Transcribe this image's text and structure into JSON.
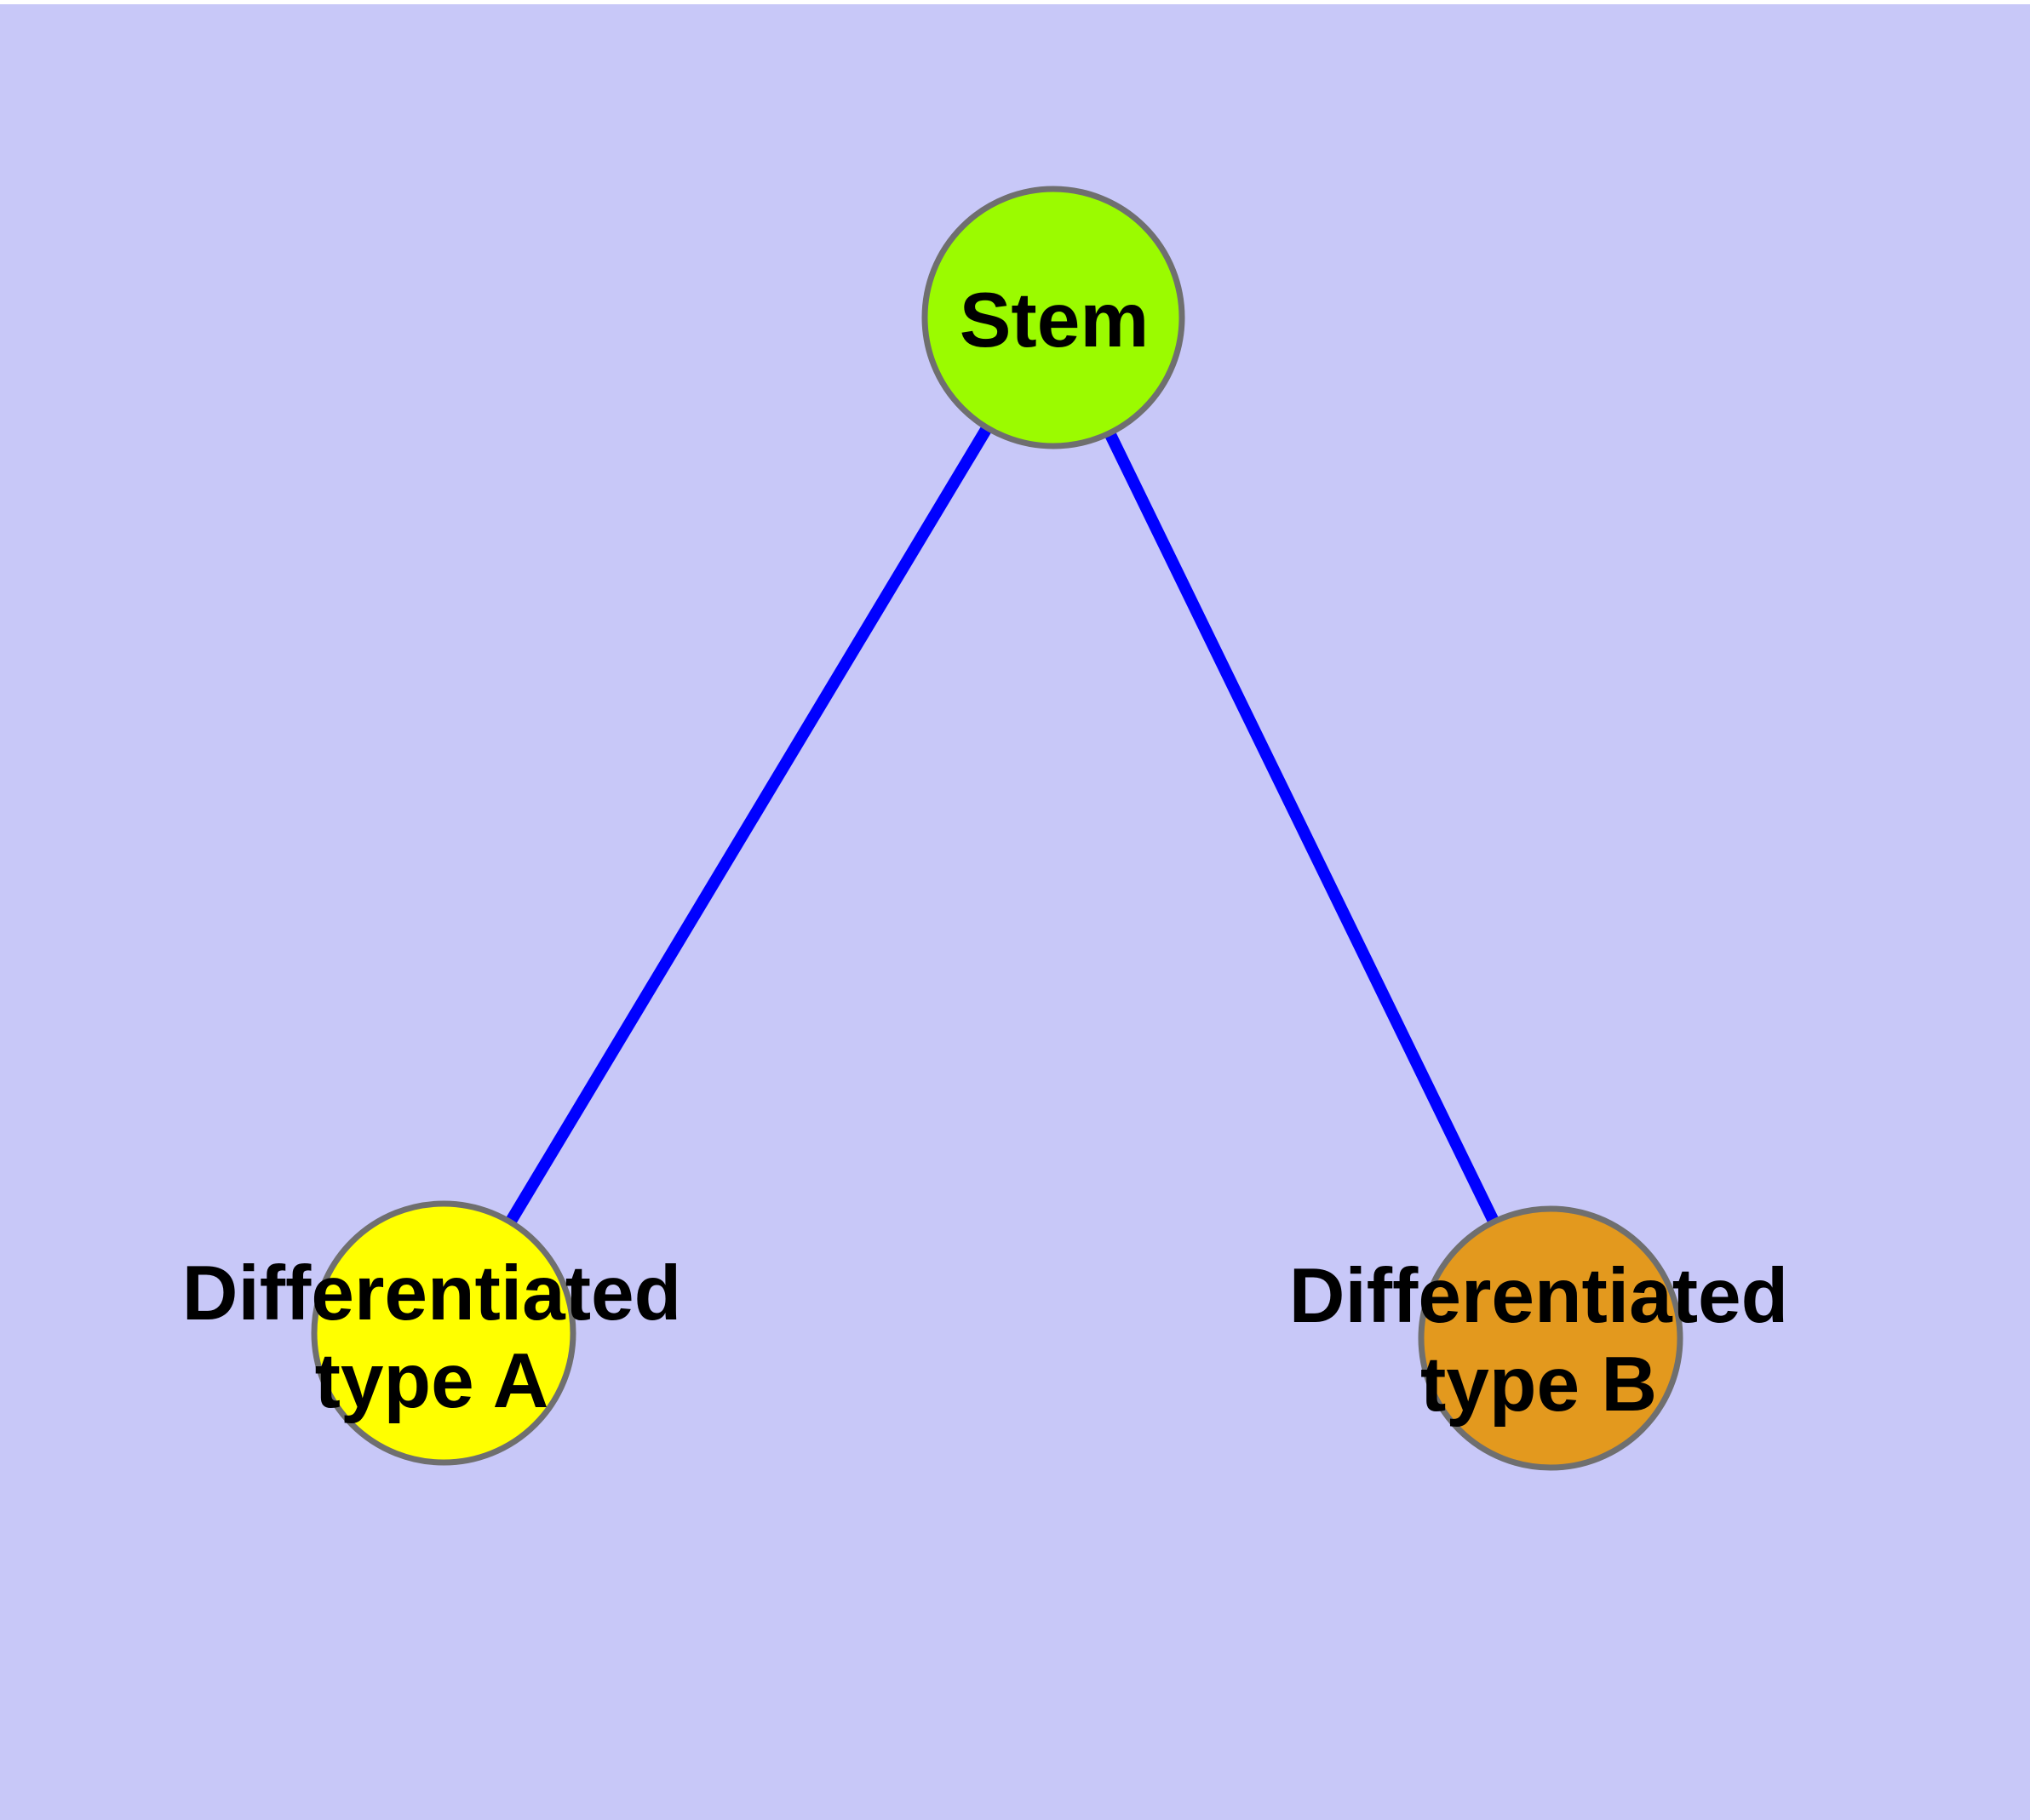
{
  "diagram": {
    "type": "graph",
    "description": "Cell differentiation hierarchy: a stem node connected to two differentiated cell type nodes",
    "colors": {
      "background": "#C8C8F8",
      "margin": "#FFFFFF",
      "edge": "#0000FF",
      "node_border": "#6F6F6F",
      "label": "#000000"
    },
    "nodes": [
      {
        "id": "stem",
        "label": "Stem",
        "fill": "#9BFB00"
      },
      {
        "id": "differentiated-type-a",
        "label": "Differentiated type A",
        "label_line1": "Differentiated",
        "label_line2": "type A",
        "fill": "#FFFF00"
      },
      {
        "id": "differentiated-type-b",
        "label": "Differentiated type B",
        "label_line1": "Differentiated",
        "label_line2": "type B",
        "fill": "#E3991E"
      }
    ],
    "edges": [
      {
        "from": "Stem",
        "to": "Differentiated type A"
      },
      {
        "from": "Stem",
        "to": "Differentiated type B"
      }
    ]
  }
}
